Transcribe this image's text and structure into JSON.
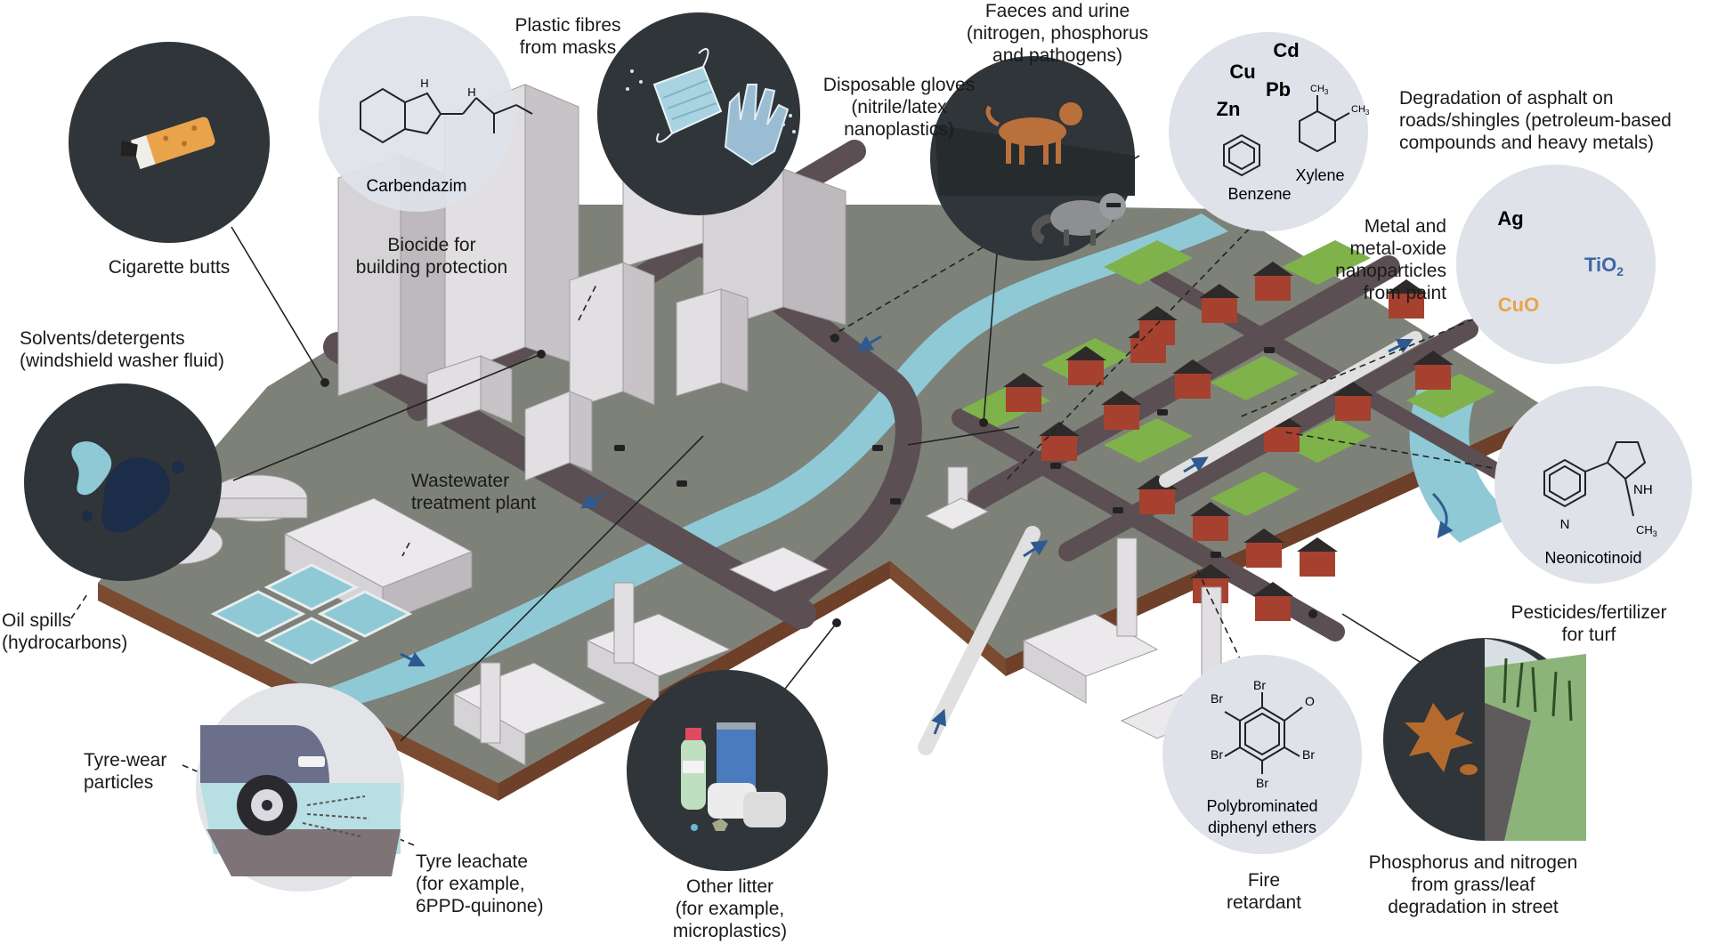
{
  "labels": {
    "cigarette_butts": [
      "Cigarette butts"
    ],
    "biocide": [
      "Biocide for",
      "building protection"
    ],
    "carbendazim": "Carbendazim",
    "plastic_fibres": [
      "Plastic fibres",
      "from masks"
    ],
    "gloves": [
      "Disposable gloves",
      "(nitrile/latex",
      "nanoplastics)"
    ],
    "faeces": [
      "Faeces and urine",
      "(nitrogen, phosphorus",
      "and pathogens)"
    ],
    "asphalt": [
      "Degradation of asphalt on",
      "roads/shingles (petroleum-based",
      "compounds and heavy metals)"
    ],
    "nanoparticles": [
      "Metal and",
      "metal-oxide",
      "nanoparticles",
      "from paint"
    ],
    "solvents": [
      "Solvents/detergents",
      "(windshield washer fluid)"
    ],
    "wwtp": [
      "Wastewater",
      "treatment plant"
    ],
    "oil_spills": [
      "Oil spills",
      "(hydrocarbons)"
    ],
    "tyre_wear": [
      "Tyre-wear",
      "particles"
    ],
    "tyre_leachate": [
      "Tyre leachate",
      "(for example,",
      "6PPD-quinone)"
    ],
    "other_litter": [
      "Other litter",
      "(for example,",
      "microplastics)"
    ],
    "fire_retardant": [
      "Fire",
      "retardant"
    ],
    "pbde": [
      "Polybrominated",
      "diphenyl ethers"
    ],
    "phosphorus_leaf": [
      "Phosphorus and nitrogen",
      "from grass/leaf",
      "degradation in street"
    ],
    "pesticides": [
      "Pesticides/fertilizer",
      "for turf"
    ],
    "neonicotinoid": "Neonicotinoid"
  },
  "chemistry": {
    "metals": [
      "Cd",
      "Cu",
      "Pb",
      "Zn"
    ],
    "benzene": "Benzene",
    "xylene": "Xylene",
    "ch3": "CH",
    "ch3_sub": "3",
    "nano_ag": "Ag",
    "nano_tio2": "TiO",
    "nano_tio2_sub": "2",
    "nano_cuo": "CuO",
    "bromine": "Br",
    "oxygen": "O",
    "nitrogen": "N",
    "nh": "NH",
    "hydrogen": "H"
  },
  "colors": {
    "dark_inset": "#2f3539",
    "light_inset": "#dfe2e9",
    "water": "#8fc9d6",
    "ground": "#7d8178",
    "soil": "#7a4a31",
    "road": "#5b4f53",
    "building": "#d6d3d6",
    "house": "#a6412f",
    "lawn": "#7fb24a",
    "tio2": "#3f67a7",
    "cuo": "#e9a44b",
    "arrow": "#2f5a8f"
  }
}
